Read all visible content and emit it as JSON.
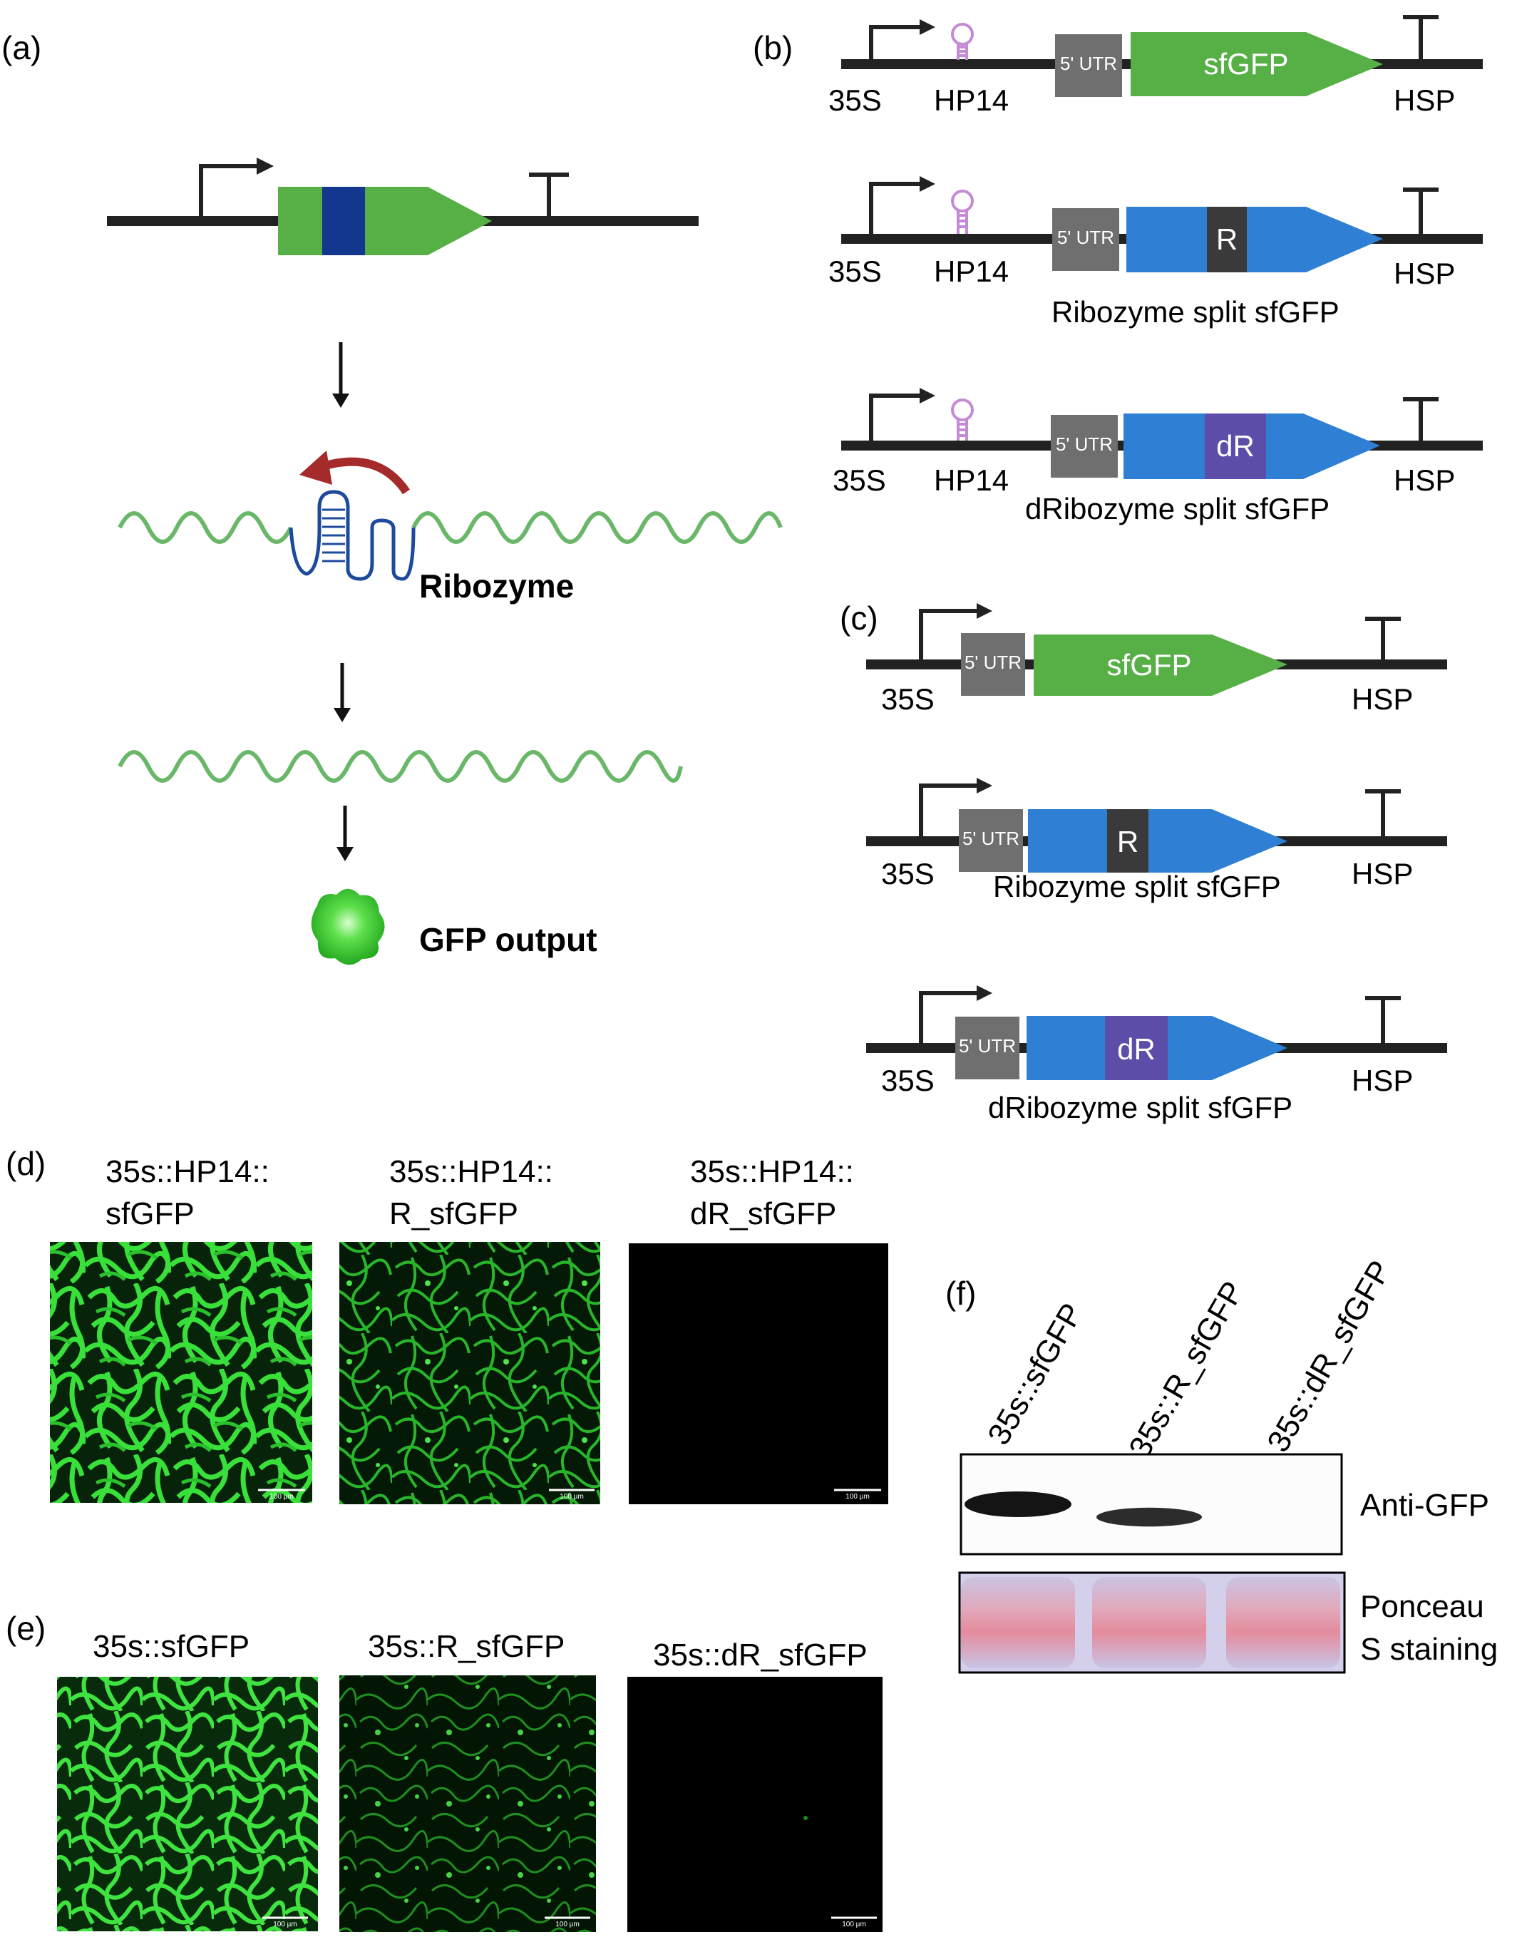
{
  "panels": {
    "a": {
      "label": "(a)",
      "ribozyme_label": "Ribozyme",
      "output_label": "GFP output"
    },
    "b": {
      "label": "(b)",
      "constructs": [
        {
          "promoter": "35S",
          "hairpin": "HP14",
          "utr": "5' UTR",
          "gene": "sfGFP",
          "insert": "",
          "terminator": "HSP",
          "caption": ""
        },
        {
          "promoter": "35S",
          "hairpin": "HP14",
          "utr": "5' UTR",
          "gene": "",
          "insert": "R",
          "terminator": "HSP",
          "caption": "Ribozyme split sfGFP"
        },
        {
          "promoter": "35S",
          "hairpin": "HP14",
          "utr": "5' UTR",
          "gene": "",
          "insert": "dR",
          "terminator": "HSP",
          "caption": "dRibozyme split sfGFP"
        }
      ]
    },
    "c": {
      "label": "(c)",
      "constructs": [
        {
          "promoter": "35S",
          "utr": "5' UTR",
          "gene": "sfGFP",
          "insert": "",
          "terminator": "HSP",
          "caption": ""
        },
        {
          "promoter": "35S",
          "utr": "5' UTR",
          "gene": "",
          "insert": "R",
          "terminator": "HSP",
          "caption": "Ribozyme split sfGFP"
        },
        {
          "promoter": "35S",
          "utr": "5' UTR",
          "gene": "",
          "insert": "dR",
          "terminator": "HSP",
          "caption": "dRibozyme split sfGFP"
        }
      ]
    },
    "d": {
      "label": "(d)",
      "images": [
        {
          "title_line1": "35s::HP14::",
          "title_line2": "sfGFP",
          "scale": "100 µm",
          "fluorescence": "high"
        },
        {
          "title_line1": "35s::HP14::",
          "title_line2": "R_sfGFP",
          "scale": "100 µm",
          "fluorescence": "medium"
        },
        {
          "title_line1": "35s::HP14::",
          "title_line2": "dR_sfGFP",
          "scale": "100 µm",
          "fluorescence": "none"
        }
      ]
    },
    "e": {
      "label": "(e)",
      "images": [
        {
          "title": "35s::sfGFP",
          "scale": "100 µm",
          "fluorescence": "high"
        },
        {
          "title": "35s::R_sfGFP",
          "scale": "100 µm",
          "fluorescence": "medium"
        },
        {
          "title": "35s::dR_sfGFP",
          "scale": "100 µm",
          "fluorescence": "none"
        }
      ]
    },
    "f": {
      "label": "(f)",
      "lanes": [
        "35s::sfGFP",
        "35s::R_sfGFP",
        "35s::dR_sfGFP"
      ],
      "band_intensity": [
        1.0,
        0.6,
        0.0
      ],
      "blot1_label": "Anti-GFP",
      "blot2_label_line1": "Ponceau",
      "blot2_label_line2": "S staining"
    }
  },
  "colors": {
    "backbone": "#222222",
    "gfp": "#56b046",
    "blue": "#2f7fd4",
    "utr": "#6f6f6f",
    "r_insert": "#3a3a3a",
    "dr_insert": "#5c4ea8",
    "hairpin": "#c48ad6",
    "arrow_red": "#a52a2a",
    "ribozyme_blue": "#1d4a9a",
    "wave": "#6ab76a"
  }
}
